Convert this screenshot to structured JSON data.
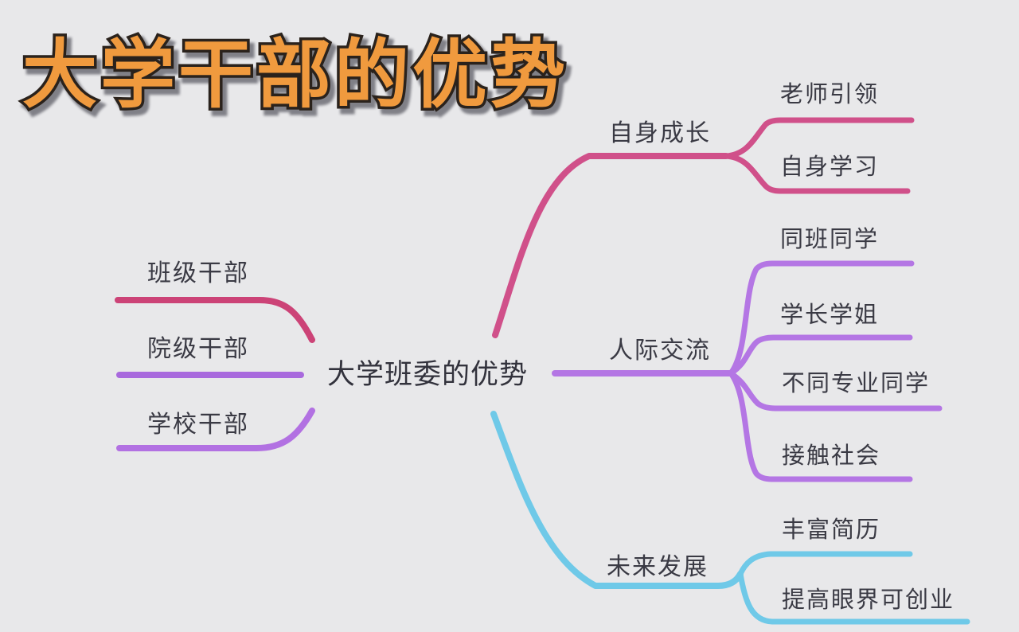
{
  "title": "大学干部的优势",
  "center": {
    "label": "大学班委的优势"
  },
  "left_branches": [
    {
      "label": "班级干部",
      "color": "#cc4377"
    },
    {
      "label": "院级干部",
      "color": "#a869dd"
    },
    {
      "label": "学校干部",
      "color": "#b271e2"
    }
  ],
  "right_branches": [
    {
      "label": "自身成长",
      "color": "#d0508a",
      "children": [
        {
          "label": "老师引领"
        },
        {
          "label": "自身学习"
        }
      ]
    },
    {
      "label": "人际交流",
      "color": "#b476e4",
      "children": [
        {
          "label": "同班同学"
        },
        {
          "label": "学长学姐"
        },
        {
          "label": "不同专业同学"
        },
        {
          "label": "接触社会"
        }
      ]
    },
    {
      "label": "未来发展",
      "color": "#6fc9e8",
      "children": [
        {
          "label": "丰富简历"
        },
        {
          "label": "提高眼界可创业"
        }
      ]
    }
  ],
  "colors": {
    "background": "#e8e8ea",
    "title_fill": "#f09a3e",
    "title_outline": "#2a221c",
    "title_shadow": "#4a4a52",
    "label_text": "#3a3a44"
  }
}
